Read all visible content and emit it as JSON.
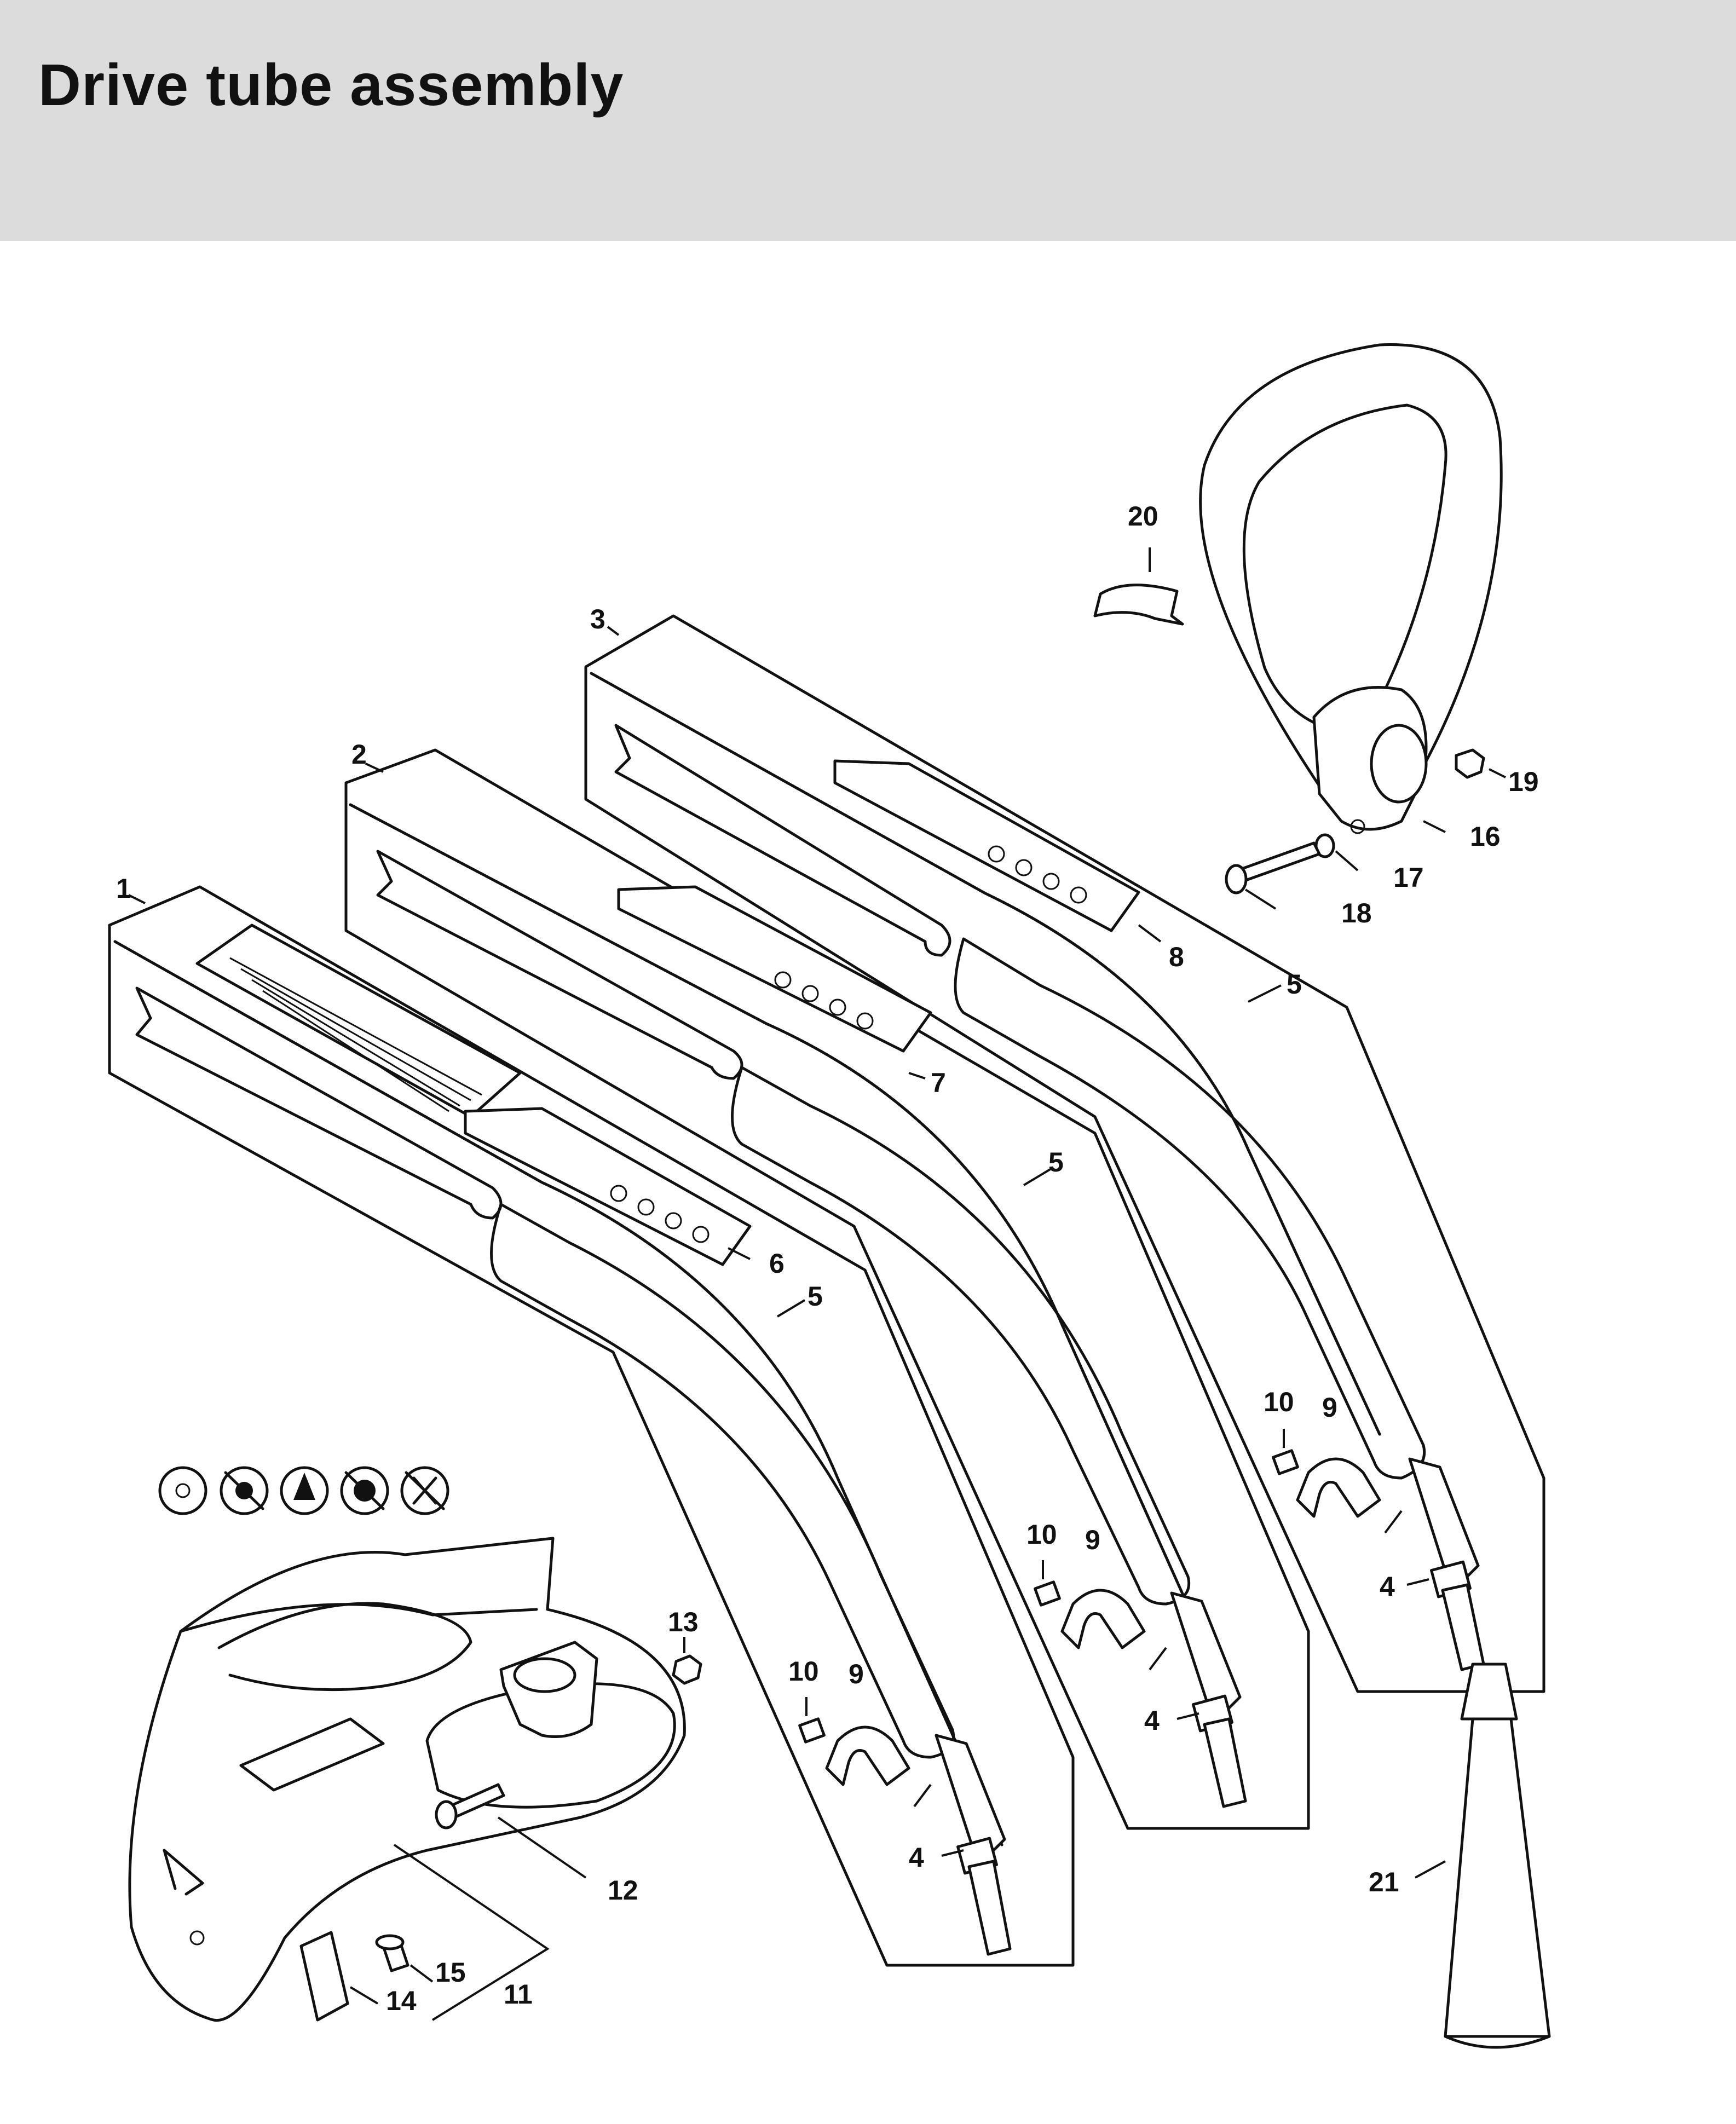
{
  "title": "Drive tube assembly",
  "callouts": {
    "c1": "1",
    "c2": "2",
    "c3": "3",
    "c4a": "4",
    "c4b": "4",
    "c4c": "4",
    "c5a": "5",
    "c5b": "5",
    "c5c": "5",
    "c6": "6",
    "c7": "7",
    "c8": "8",
    "c9a": "9",
    "c9b": "9",
    "c9c": "9",
    "c10a": "10",
    "c10b": "10",
    "c10c": "10",
    "c11": "11",
    "c12": "12",
    "c13": "13",
    "c14": "14",
    "c15": "15",
    "c16": "16",
    "c17": "17",
    "c18": "18",
    "c19": "19",
    "c20": "20",
    "c21": "21"
  },
  "icons": [
    "grass-trimmer-head-icon",
    "mowing-head-icon",
    "grass-blade-icon",
    "brush-knife-icon",
    "circular-saw-blade-icon"
  ],
  "colors": {
    "header_bg": "#dbdcdb",
    "line": "#111111"
  }
}
